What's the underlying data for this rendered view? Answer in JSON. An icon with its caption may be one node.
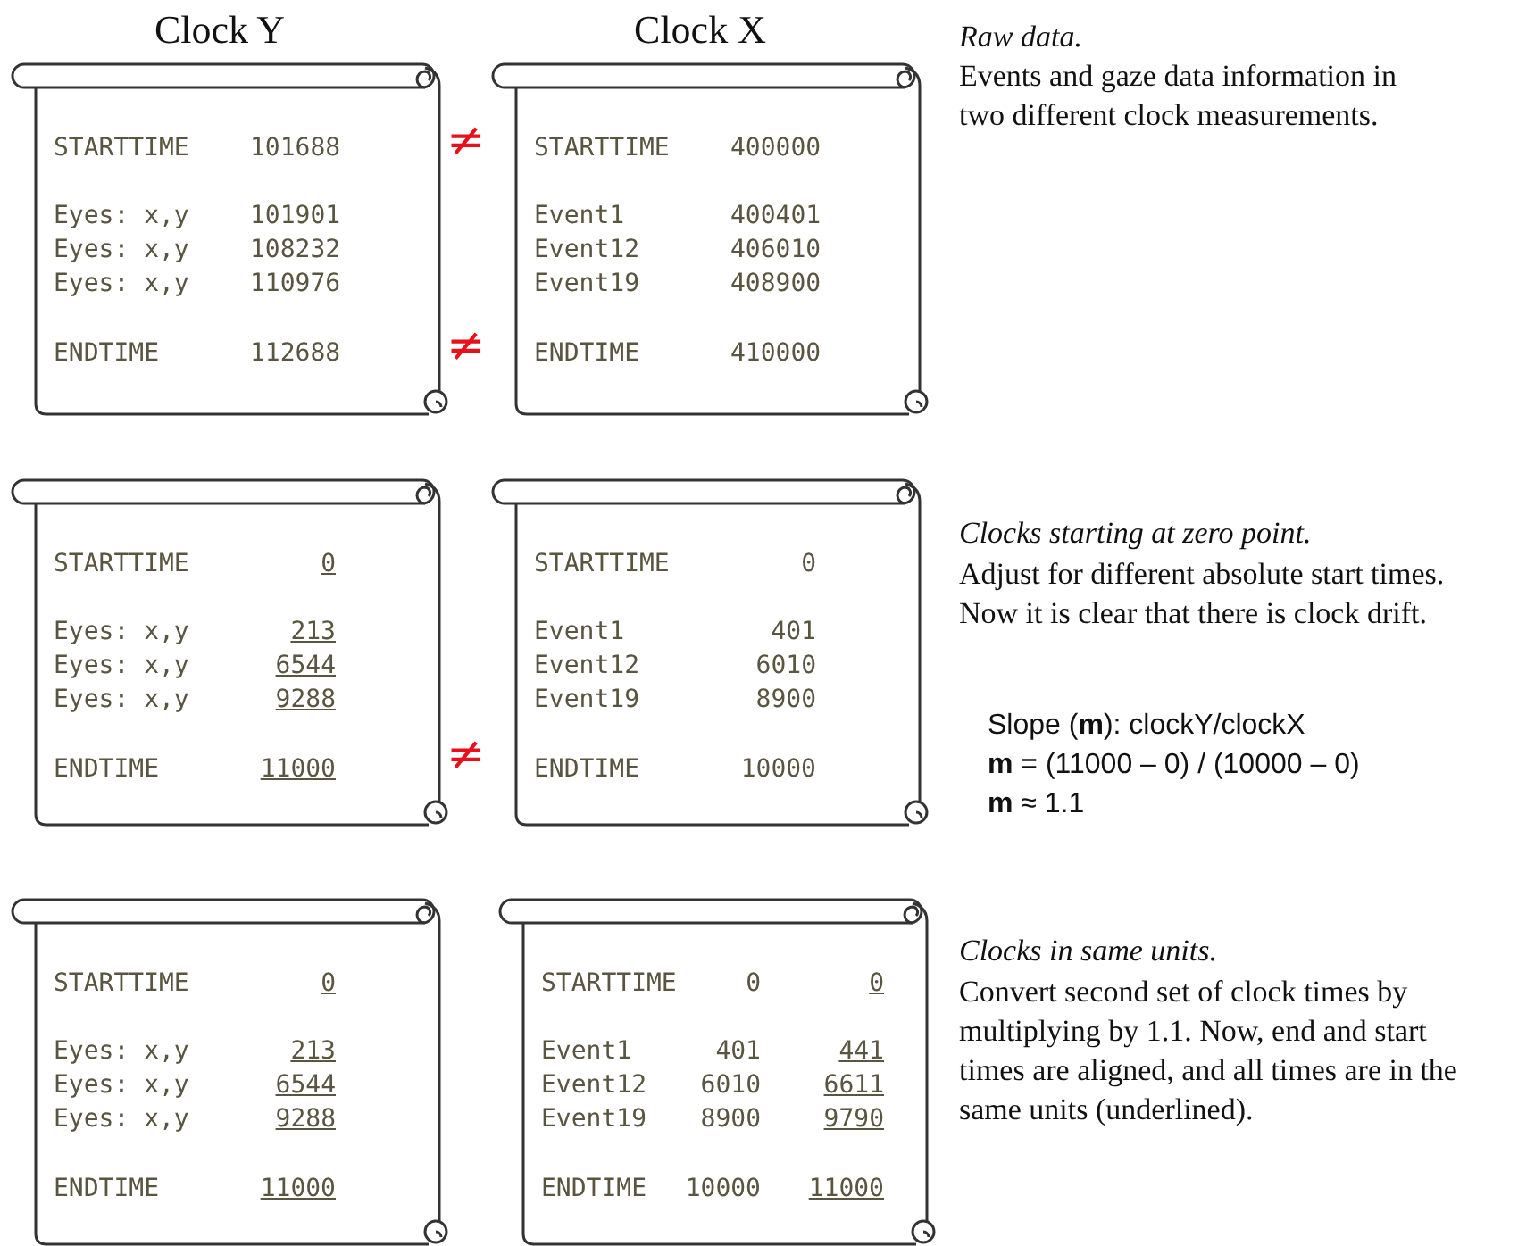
{
  "diagram": {
    "nodes": [
      {
        "text": [
          "STARTTIME",
          "101688",
          "Eyes: x,y",
          "101901",
          "Eyes: x,y",
          "108232",
          "Eyes: x,y",
          "110976",
          "ENDTIME",
          "112688"
        ],
        "beside": [
          "Clock Y"
        ]
      },
      {
        "text": [
          "STARTTIME",
          "400000",
          "Event1",
          "400401",
          "Event12",
          "406010",
          "Event19",
          "408900",
          "ENDTIME",
          "410000"
        ],
        "beside": [
          "Clock X"
        ]
      },
      {
        "text": [
          "STARTTIME",
          "0",
          "Eyes: x,y",
          "213",
          "Eyes: x,y",
          "6544",
          "Eyes: x,y",
          "9288",
          "ENDTIME",
          "11000"
        ]
      },
      {
        "text": [
          "STARTTIME",
          "0",
          "Event1",
          "401",
          "Event12",
          "6010",
          "Event19",
          "8900",
          "ENDTIME",
          "10000"
        ]
      },
      {
        "text": [
          "STARTTIME",
          "0",
          "Eyes: x,y",
          "213",
          "Eyes: x,y",
          "6544",
          "Eyes: x,y",
          "9288",
          "ENDTIME",
          "11000"
        ]
      },
      {
        "text": [
          "STARTTIME",
          "0",
          "0",
          "Event1",
          "401",
          "441",
          "Event12",
          "6010",
          "6611",
          "Event19",
          "8900",
          "9790",
          "ENDTIME",
          "10000",
          "11000"
        ]
      }
    ],
    "labels": [
      "≠",
      "Raw data.",
      "Events and gaze data information in two different clock measurements.",
      "≠",
      "Clocks starting at zero point.",
      "Adjust for different absolute start times. Now it is clear that there is clock drift.",
      "Slope (**m**): clockY/clockX",
      "**m** = (11000 – 0) / (10000 – 0)",
      "**m** ≈ 1.1",
      "≠",
      "Clocks in same units.",
      "Convert second set of clock times by multiplying by 1.1. Now, end and start times are aligned, and all times are in the same units (underlined)."
    ]
  }
}
